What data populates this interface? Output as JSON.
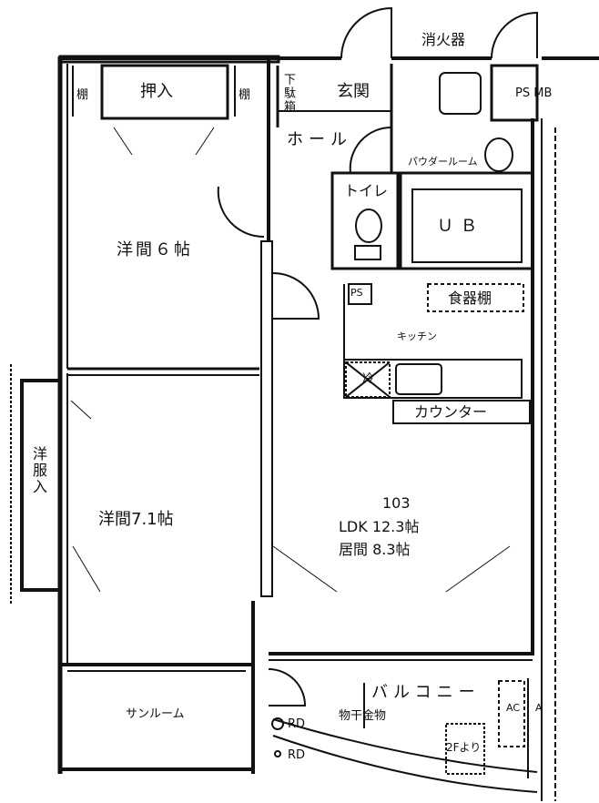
{
  "plan": {
    "unit_number": "103",
    "ldk": "LDK 12.3帖",
    "living": "居間 8.3帖",
    "rooms": {
      "western_6": "洋間６帖",
      "western_7": "洋間7.1帖",
      "closet": "押入",
      "shelf_left": "棚",
      "shelf_right": "棚",
      "shoe_box": "下駄箱",
      "entrance": "玄関",
      "hall": "ホール",
      "powder_room": "パウダールーム",
      "toilet": "トイレ",
      "bath": "ＵＢ",
      "kitchen": "キッチン",
      "dish_cabinet": "食器棚",
      "counter": "カウンター",
      "wardrobe": "洋服入",
      "sunroom": "サンルーム",
      "balcony": "バルコニー",
      "laundry_pole": "物干金物",
      "fridge": "冷",
      "ps": "PS",
      "ps_mb": "PS MB",
      "extinguisher": "消火器",
      "rd_upper": "RD",
      "rd_lower": "RD",
      "ac_1": "AC",
      "ac_2": "A",
      "hatch": "2Fより"
    }
  }
}
